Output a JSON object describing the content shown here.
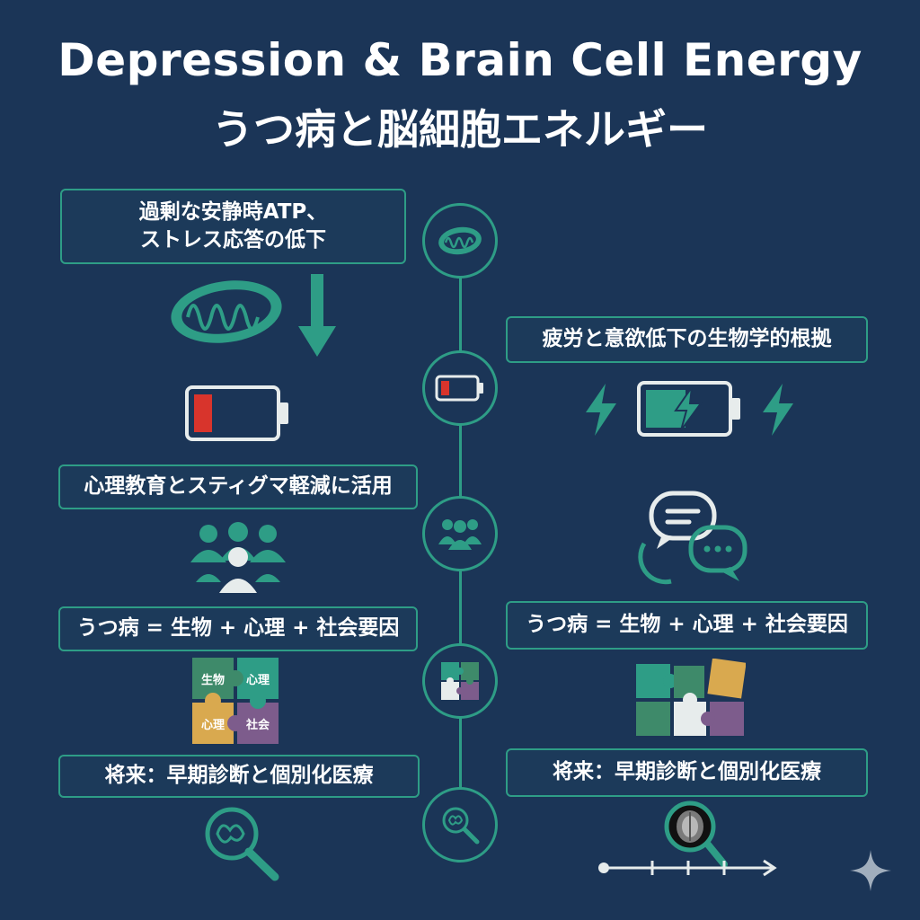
{
  "title": {
    "en": "Depression & Brain Cell Energy",
    "jp": "うつ病と脳細胞エネルギー"
  },
  "left": {
    "box1": {
      "line1": "過剰な安静時ATP、",
      "line2": "ストレス応答の低下"
    },
    "box2": "心理教育とスティグマ軽減に活用",
    "box3": "うつ病 = 生物 + 心理 + 社会要因",
    "box4": "将来：早期診断と個別化医療",
    "puzzle": {
      "top_left": "生物",
      "top_right": "心理",
      "bottom_left": "心理",
      "bottom_right": "社会"
    }
  },
  "right": {
    "box1": "疲労と意欲低下の生物学的根拠",
    "box2": "うつ病 = 生物 + 心理 + 社会要因",
    "box3": "将来：早期診断と個別化医療"
  },
  "icons": {
    "spine_nodes": [
      "mitochondria-icon",
      "battery-low-icon",
      "group-icon",
      "puzzle-icon",
      "brain-magnifier-icon"
    ],
    "left": [
      "mitochondria-icon",
      "down-arrow-icon",
      "battery-low-icon",
      "group-icon",
      "brain-magnifier-icon"
    ],
    "right": [
      "lightning-icon",
      "battery-charging-icon",
      "chat-bubbles-icon",
      "puzzle-icon",
      "brain-scan-magnifier-icon",
      "timeline-arrow-icon"
    ],
    "corner": "sparkle-icon"
  },
  "colors": {
    "background": "#1b3557",
    "accent": "#2e9d86",
    "battery_low": "#d8342c",
    "puzzle_green": "#3e8a6a",
    "puzzle_teal": "#2e9d86",
    "puzzle_yellow": "#d9a94f",
    "puzzle_purple": "#7d5c8c",
    "puzzle_white": "#e7ecec"
  }
}
